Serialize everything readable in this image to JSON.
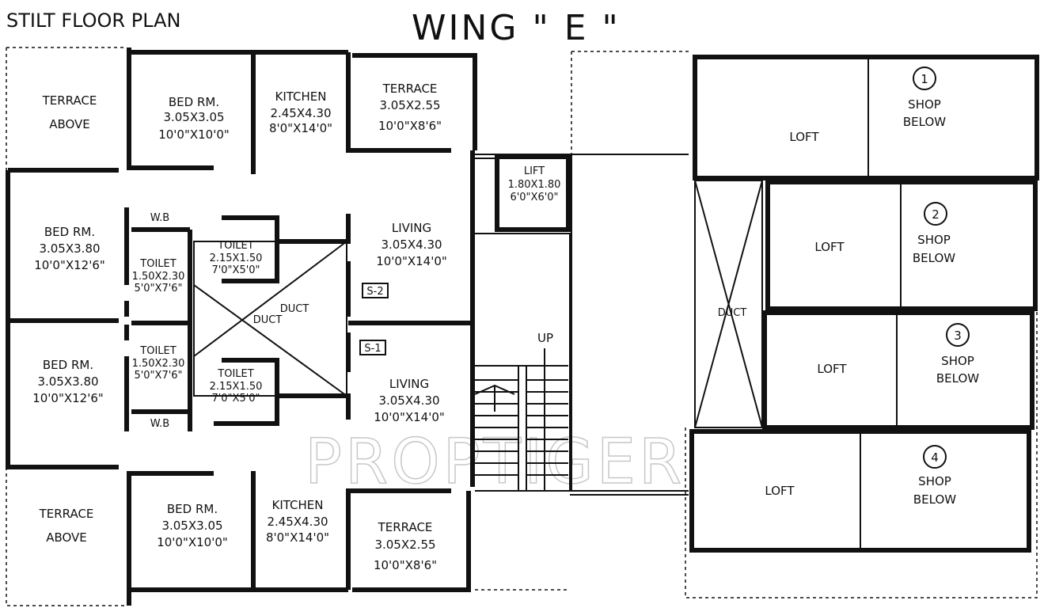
{
  "header": {
    "plan_title": "STILT FLOOR PLAN",
    "wing_title": "WING \" E \""
  },
  "watermark": "PROPTIGER",
  "rooms": {
    "terrace_above_top": {
      "name": "TERRACE",
      "line2": "ABOVE"
    },
    "bed_top": {
      "name": "BED RM.",
      "dim_m": "3.05X3.05",
      "dim_ft": "10'0\"X10'0\""
    },
    "kitchen_top": {
      "name": "KITCHEN",
      "dim_m": "2.45X4.30",
      "dim_ft": "8'0\"X14'0\""
    },
    "terrace_top": {
      "name": "TERRACE",
      "dim_m": "3.05X2.55",
      "dim_ft": "10'0\"X8'6\""
    },
    "lift": {
      "name": "LIFT",
      "dim_m": "1.80X1.80",
      "dim_ft": "6'0\"X6'0\""
    },
    "bed_mid_top": {
      "name": "BED RM.",
      "dim_m": "3.05X3.80",
      "dim_ft": "10'0\"X12'6\""
    },
    "wb_top": {
      "name": "W.B"
    },
    "toilet_a": {
      "name": "TOILET",
      "dim_m": "1.50X2.30",
      "dim_ft": "5'0\"X7'6\""
    },
    "toilet_b": {
      "name": "TOILET",
      "dim_m": "2.15X1.50",
      "dim_ft": "7'0\"X5'0\""
    },
    "living_top": {
      "name": "LIVING",
      "dim_m": "3.05X4.30",
      "dim_ft": "10'0\"X14'0\""
    },
    "s2": "S-2",
    "s1": "S-1",
    "duct_a": "DUCT",
    "duct_b": "DUCT",
    "up": "UP",
    "bed_mid_bot": {
      "name": "BED RM.",
      "dim_m": "3.05X3.80",
      "dim_ft": "10'0\"X12'6\""
    },
    "toilet_c": {
      "name": "TOILET",
      "dim_m": "1.50X2.30",
      "dim_ft": "5'0\"X7'6\""
    },
    "toilet_d": {
      "name": "TOILET",
      "dim_m": "2.15X1.50",
      "dim_ft": "7'0\"X5'0\""
    },
    "wb_bot": {
      "name": "W.B"
    },
    "living_bot": {
      "name": "LIVING",
      "dim_m": "3.05X4.30",
      "dim_ft": "10'0\"X14'0\""
    },
    "terrace_above_bot": {
      "name": "TERRACE",
      "line2": "ABOVE"
    },
    "bed_bot": {
      "name": "BED RM.",
      "dim_m": "3.05X3.05",
      "dim_ft": "10'0\"X10'0\""
    },
    "kitchen_bot": {
      "name": "KITCHEN",
      "dim_m": "2.45X4.30",
      "dim_ft": "8'0\"X14'0\""
    },
    "terrace_bot": {
      "name": "TERRACE",
      "dim_m": "3.05X2.55",
      "dim_ft": "10'0\"X8'6\""
    },
    "duct_right": "DUCT"
  },
  "shops": [
    {
      "num": "1",
      "loft": "LOFT",
      "line1": "SHOP",
      "line2": "BELOW"
    },
    {
      "num": "2",
      "loft": "LOFT",
      "line1": "SHOP",
      "line2": "BELOW"
    },
    {
      "num": "3",
      "loft": "LOFT",
      "line1": "SHOP",
      "line2": "BELOW"
    },
    {
      "num": "4",
      "loft": "LOFT",
      "line1": "SHOP",
      "line2": "BELOW"
    }
  ]
}
